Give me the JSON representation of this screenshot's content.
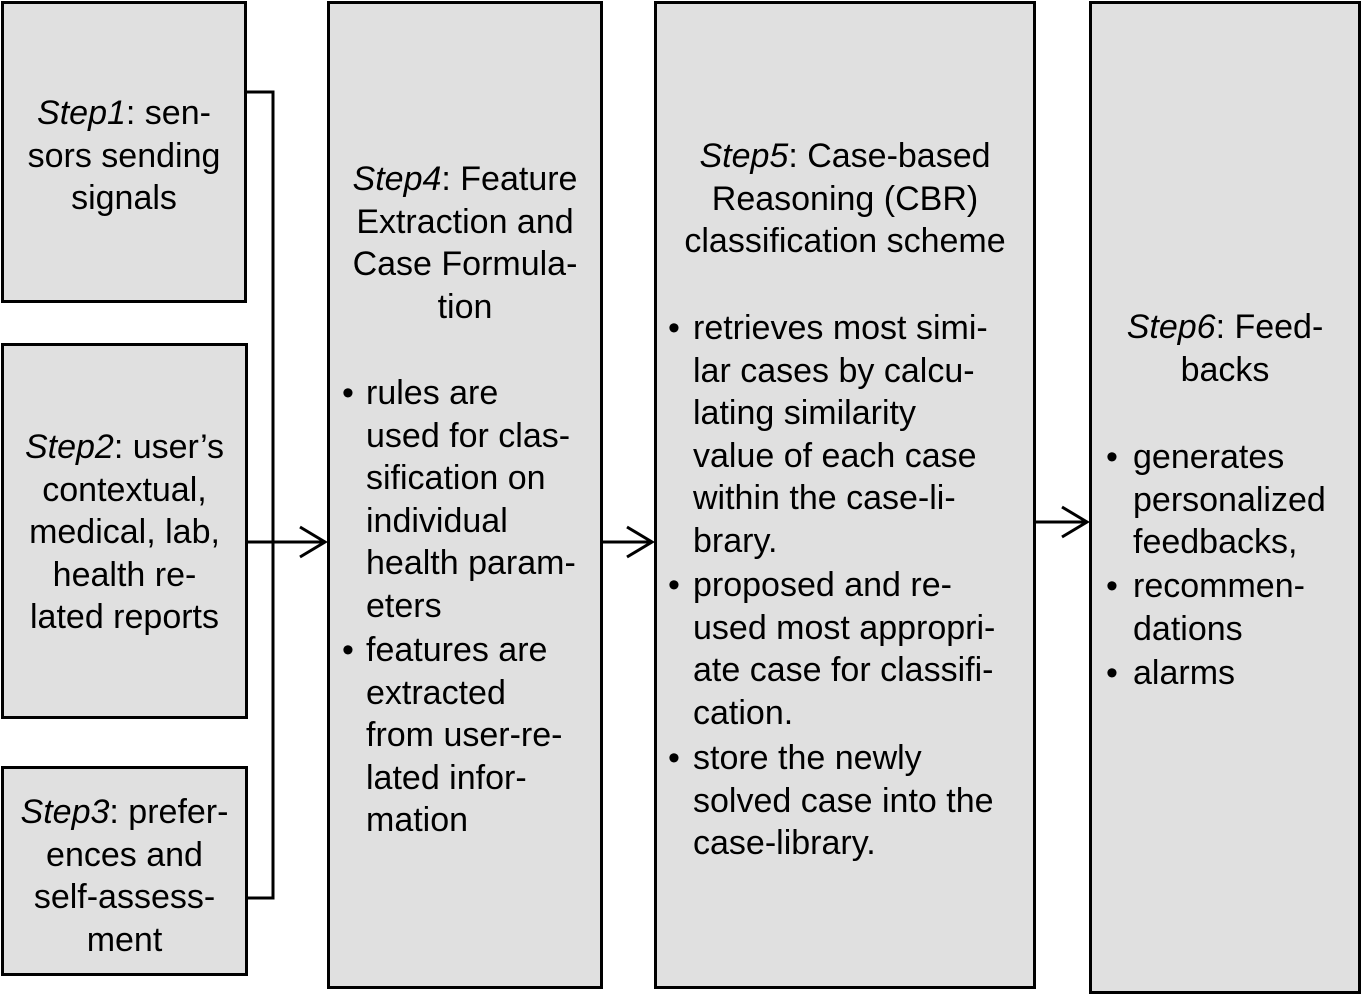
{
  "steps": {
    "step1": {
      "label": "Step1",
      "lines": [
        ": sen-",
        "sors sending",
        "signals"
      ]
    },
    "step2": {
      "label": "Step2",
      "lines": [
        ": user’s",
        "contextual,",
        "medical, lab,",
        "health re-",
        "lated reports"
      ]
    },
    "step3": {
      "label": "Step3",
      "lines": [
        ": prefer-",
        "ences and",
        "self-assess-",
        "ment"
      ]
    },
    "step4": {
      "label": "Step4",
      "title_lines": [
        ": Feature",
        "Extraction and",
        "Case Formula-",
        "tion"
      ],
      "bullets": [
        [
          "rules are",
          "used for clas-",
          "sification on",
          "individual",
          "health param-",
          "eters"
        ],
        [
          "features are",
          "extracted",
          "from user-re-",
          "lated infor-",
          "mation"
        ]
      ]
    },
    "step5": {
      "label": "Step5",
      "title_lines": [
        ": Case-based",
        "Reasoning (CBR)",
        "classification scheme"
      ],
      "bullets": [
        [
          "retrieves most simi-",
          "lar cases by calcu-",
          "lating similarity",
          "value of each case",
          "within the case-li-",
          "brary."
        ],
        [
          "proposed and re-",
          "used most appropri-",
          "ate case for classifi-",
          "cation."
        ],
        [
          "store the newly",
          "solved case into the",
          "case-library."
        ]
      ]
    },
    "step6": {
      "label": "Step6",
      "title_lines": [
        ": Feed-",
        "backs"
      ],
      "bullets": [
        [
          "generates",
          "personalized",
          "feedbacks,"
        ],
        [
          "recommen-",
          "dations"
        ],
        [
          "alarms"
        ]
      ]
    }
  },
  "bullet_symbol": "•",
  "colors": {
    "box_fill": "#e0e0e0",
    "border": "#000000",
    "background": "#ffffff"
  }
}
